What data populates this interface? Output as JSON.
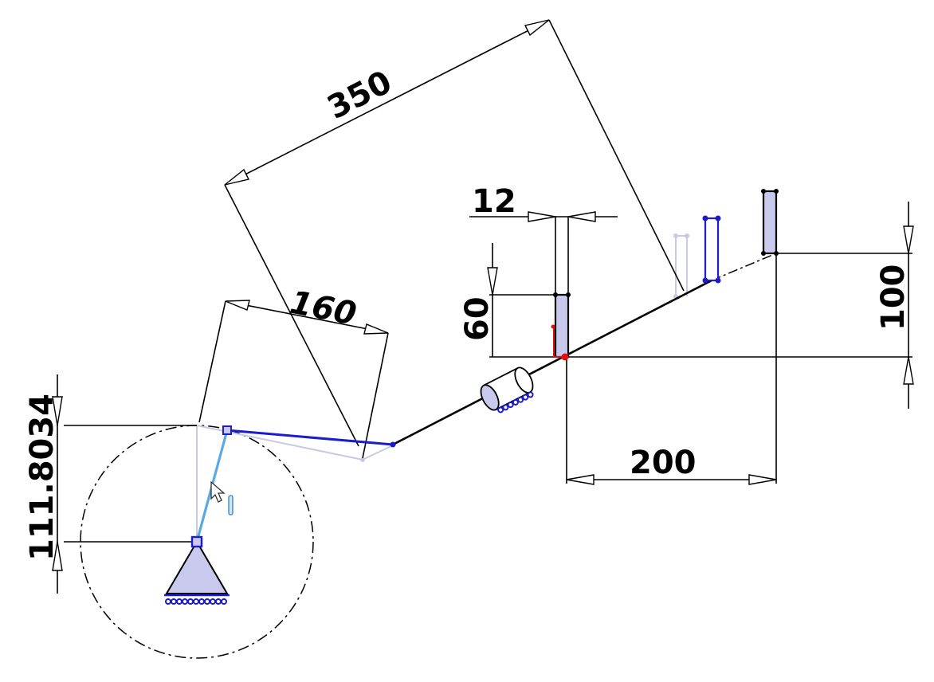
{
  "dimensions": {
    "d350": "350",
    "d160": "160",
    "d12": "12",
    "d60": "60",
    "d100": "100",
    "d200": "200",
    "d111": "111.8034"
  },
  "colors": {
    "sketch_blue": "#1c1ccc",
    "light_blue": "#5aa8e6",
    "fill_blue": "#c9c9ee",
    "dimension_black": "#000000",
    "fix_red": "#e01010",
    "ghost_gray": "#c9c9e6"
  },
  "icons": {
    "cursor": "arrow-pointer-icon",
    "ground": "ground-hatch-icon",
    "spring": "spring-coil-icon"
  }
}
